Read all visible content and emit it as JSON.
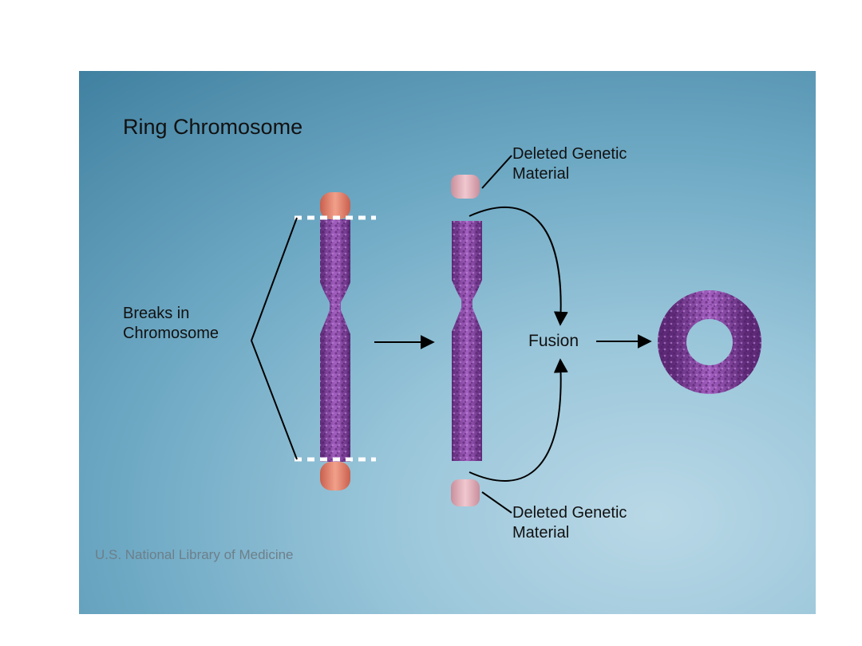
{
  "title": "Ring Chromosome",
  "labels": {
    "breaks_line1": "Breaks in",
    "breaks_line2": "Chromosome",
    "deleted_top_line1": "Deleted Genetic",
    "deleted_top_line2": "Material",
    "deleted_bottom_line1": "Deleted Genetic",
    "deleted_bottom_line2": "Material",
    "fusion": "Fusion"
  },
  "credit": "U.S. National Library of Medicine",
  "colors": {
    "chromosome": "#7a3a96",
    "chromosome_light": "#a35fc0",
    "telomere": "#e0826a",
    "deleted_fragment": "#e0b0b8",
    "break_line": "#ffffff",
    "arrow": "#000000"
  }
}
